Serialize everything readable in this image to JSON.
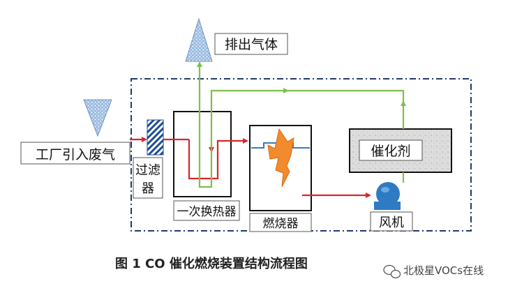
{
  "labels": {
    "exhaust": "排出气体",
    "factory_gas": "工厂引入废气",
    "filter_line1": "过滤",
    "filter_line2": "器",
    "heat_exchanger": "一次换热器",
    "burner": "燃烧器",
    "catalyst": "催化剂",
    "fan": "风机"
  },
  "caption": "图 1 CO 催化燃烧装置结构流程图",
  "watermark": "北极星VOCs在线",
  "colors": {
    "hot_flow": "#d9252a",
    "clean_flow": "#7fbf4a",
    "boundary": "#1f3a6e",
    "burner_line": "#3a78c2",
    "flame": "#f28a2e",
    "fan": "#2e7bc4",
    "cone": "#8fb0d8"
  },
  "icons": [
    "exhaust-cone-icon",
    "intake-cone-icon",
    "flame-icon",
    "fan-icon",
    "wechat-icon"
  ]
}
